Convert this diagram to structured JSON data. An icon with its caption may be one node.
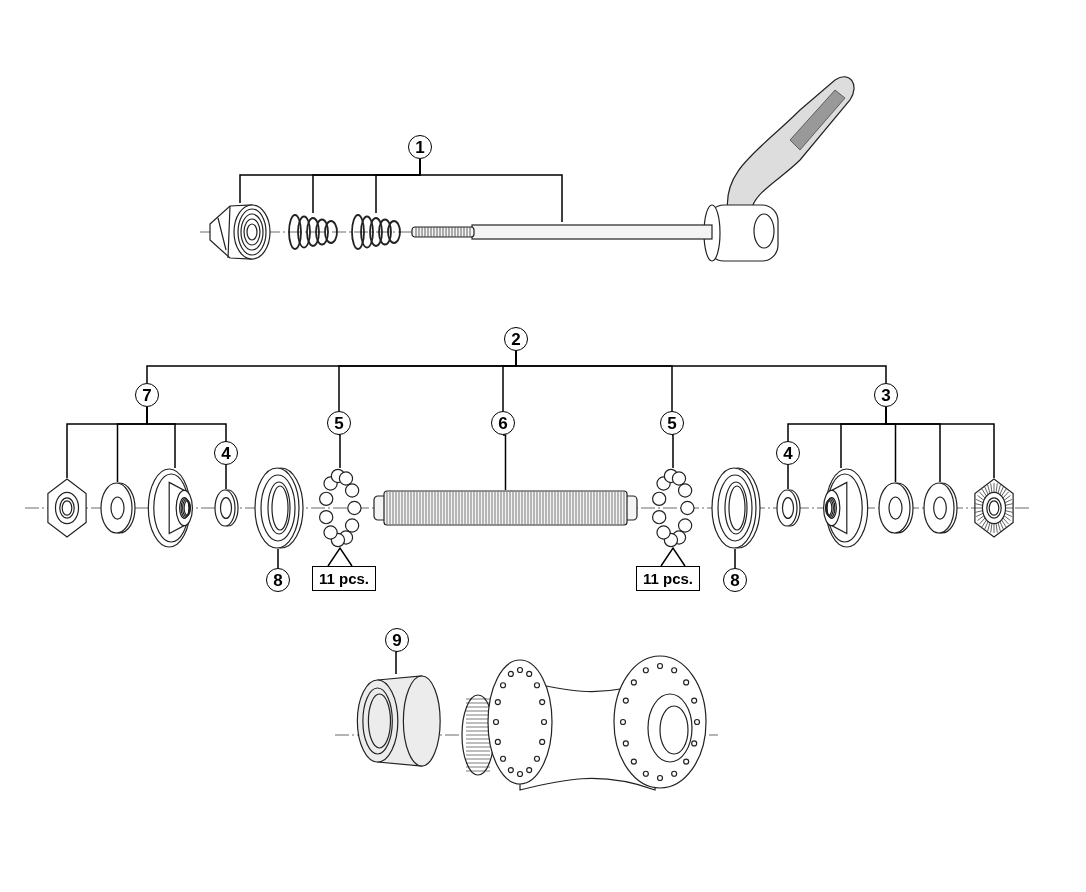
{
  "diagram": {
    "nodes": [
      {
        "text": [
          "1"
        ]
      },
      {
        "text": [],
        "shape": "picture"
      },
      {
        "text": [],
        "shape": "picture"
      },
      {
        "text": [],
        "shape": "picture"
      },
      {
        "text": [],
        "shape": "bar"
      },
      {
        "text": [
          "2"
        ]
      },
      {
        "text": [
          "7"
        ]
      },
      {
        "text": [
          "5"
        ]
      },
      {
        "text": [
          "6"
        ]
      },
      {
        "text": [
          "5"
        ]
      },
      {
        "text": [
          "3"
        ]
      },
      {
        "text": [
          "4"
        ]
      },
      {
        "text": [
          "4"
        ]
      },
      {
        "text": [],
        "shape": "picture"
      },
      {
        "text": [],
        "shape": "picture"
      },
      {
        "text": [],
        "shape": "picture"
      },
      {
        "text": [],
        "shape": "picture"
      },
      {
        "text": [],
        "shape": "picture"
      },
      {
        "text": [],
        "shape": "picture"
      },
      {
        "text": [],
        "shape": "bar"
      },
      {
        "text": [],
        "shape": "picture"
      },
      {
        "text": [],
        "shape": "picture"
      },
      {
        "text": [],
        "shape": "picture"
      },
      {
        "text": [],
        "shape": "picture"
      },
      {
        "text": [],
        "shape": "picture"
      },
      {
        "text": [],
        "shape": "picture"
      },
      {
        "text": [],
        "shape": "picture"
      },
      {
        "text": [
          "11 pcs."
        ]
      },
      {
        "text": [
          "8"
        ]
      },
      {
        "text": [
          "11 pcs."
        ]
      },
      {
        "text": [
          "8"
        ]
      },
      {
        "text": [
          "9"
        ]
      },
      {
        "text": [],
        "shape": "cylinder"
      }
    ],
    "edges": [
      {
        "from": 0,
        "to": 1,
        "arrow": "none"
      },
      {
        "from": 0,
        "to": 2,
        "arrow": "none"
      },
      {
        "from": 0,
        "to": 3,
        "arrow": "none"
      },
      {
        "from": 0,
        "to": 4,
        "arrow": "none"
      },
      {
        "from": 5,
        "to": 6,
        "arrow": "none"
      },
      {
        "from": 5,
        "to": 7,
        "arrow": "none"
      },
      {
        "from": 5,
        "to": 8,
        "arrow": "none"
      },
      {
        "from": 5,
        "to": 9,
        "arrow": "none"
      },
      {
        "from": 5,
        "to": 10,
        "arrow": "none"
      },
      {
        "from": 6,
        "to": 13,
        "arrow": "none"
      },
      {
        "from": 6,
        "to": 14,
        "arrow": "none"
      },
      {
        "from": 6,
        "to": 15,
        "arrow": "none"
      },
      {
        "from": 6,
        "to": 11,
        "arrow": "none"
      },
      {
        "from": 11,
        "to": 16,
        "arrow": "none"
      },
      {
        "from": 7,
        "to": 18,
        "arrow": "none"
      },
      {
        "from": 8,
        "to": 19,
        "arrow": "none"
      },
      {
        "from": 9,
        "to": 20,
        "arrow": "none"
      },
      {
        "from": 10,
        "to": 12,
        "arrow": "none"
      },
      {
        "from": 10,
        "to": 23,
        "arrow": "none"
      },
      {
        "from": 10,
        "to": 24,
        "arrow": "none"
      },
      {
        "from": 10,
        "to": 25,
        "arrow": "none"
      },
      {
        "from": 10,
        "to": 26,
        "arrow": "none"
      },
      {
        "from": 12,
        "to": 22,
        "arrow": "none"
      },
      {
        "from": 27,
        "to": 18,
        "arrow": "none"
      },
      {
        "from": 28,
        "to": 17,
        "arrow": "none"
      },
      {
        "from": 29,
        "to": 20,
        "arrow": "none"
      },
      {
        "from": 30,
        "to": 21,
        "arrow": "none"
      },
      {
        "from": 31,
        "to": 32,
        "arrow": "none"
      }
    ]
  }
}
